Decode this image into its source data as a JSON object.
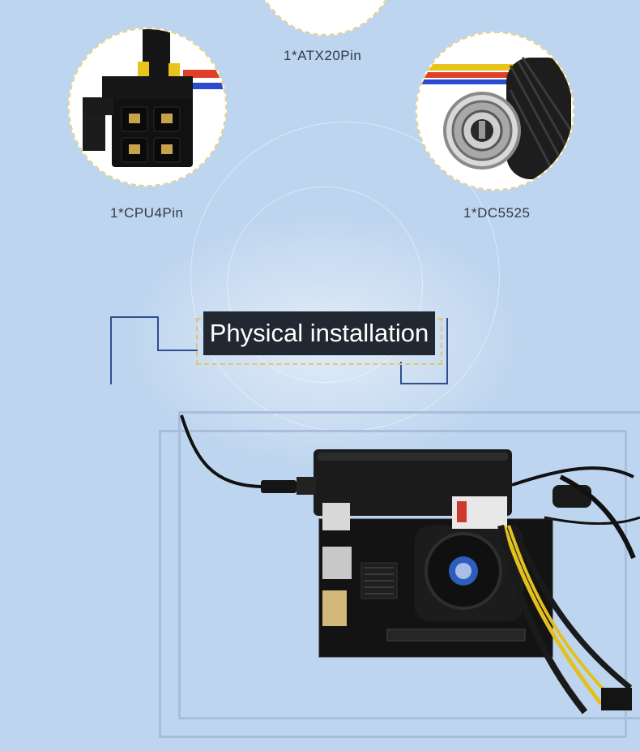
{
  "connectors": [
    {
      "label": "1*ATX20Pin"
    },
    {
      "label": "1*CPU4Pin"
    },
    {
      "label": "1*DC5525"
    }
  ],
  "section": {
    "title": "Physical installation"
  },
  "colors": {
    "background": "#bed5ef",
    "title_box": "#222831",
    "dashed_accent": "#e7c46a",
    "line_accent": "#2f4e8e",
    "frame": "#a7bedc"
  }
}
